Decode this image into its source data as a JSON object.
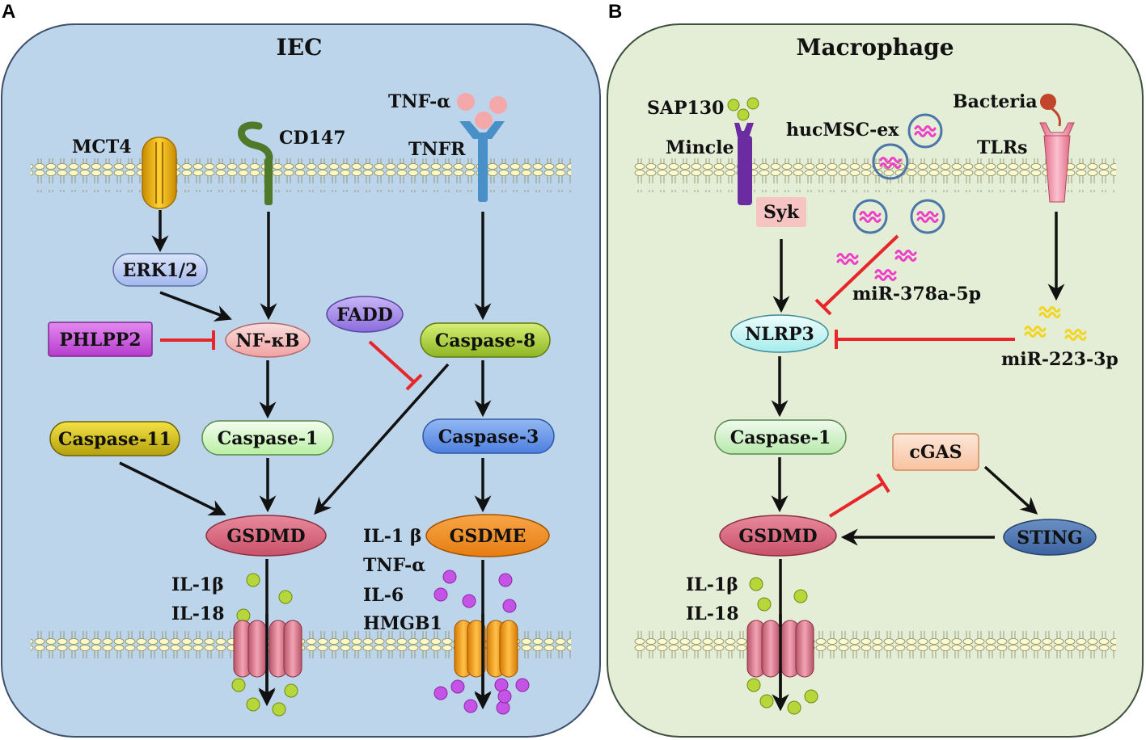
{
  "panels": {
    "a": {
      "letter": "A",
      "title": "IEC",
      "receptors": {
        "mct4": "MCT4",
        "cd147": "CD147",
        "tnfa": "TNF-α",
        "tnfr": "TNFR"
      },
      "nodes": {
        "erk": "ERK1/2",
        "phlpp2": "PHLPP2",
        "nfkb": "NF-κB",
        "fadd": "FADD",
        "casp8": "Caspase-8",
        "casp11": "Caspase-11",
        "casp1": "Caspase-1",
        "casp3": "Caspase-3",
        "gsdmd": "GSDMD",
        "gsdme": "GSDME"
      },
      "releases": {
        "il1b": "IL-1β",
        "il18": "IL-18",
        "il1b2": "IL-1 β",
        "tnfa2": "TNF-α",
        "il6": "IL-6",
        "hmgb1": "HMGB1"
      }
    },
    "b": {
      "letter": "B",
      "title": "Macrophage",
      "receptors": {
        "sap130": "SAP130",
        "mincle": "Mincle",
        "hucmsc": "hucMSC-ex",
        "bacteria": "Bacteria",
        "tlrs": "TLRs"
      },
      "nodes": {
        "syk": "Syk",
        "nlrp3": "NLRP3",
        "casp1": "Caspase-1",
        "cgas": "cGAS",
        "gsdmd": "GSDMD",
        "sting": "STING"
      },
      "mirnas": {
        "mir378": "miR-378a-5p",
        "mir223": "miR-223-3p"
      },
      "releases": {
        "il1b": "IL-1β",
        "il18": "IL-18"
      }
    }
  },
  "colors": {
    "panel_a_bg": "#bcd5ea",
    "panel_b_bg": "#e4edd6",
    "inhibit": "#e8262a",
    "activate": "#111111",
    "mirna_pink": "#ee3fc8",
    "mirna_yellow": "#f2d51d"
  }
}
